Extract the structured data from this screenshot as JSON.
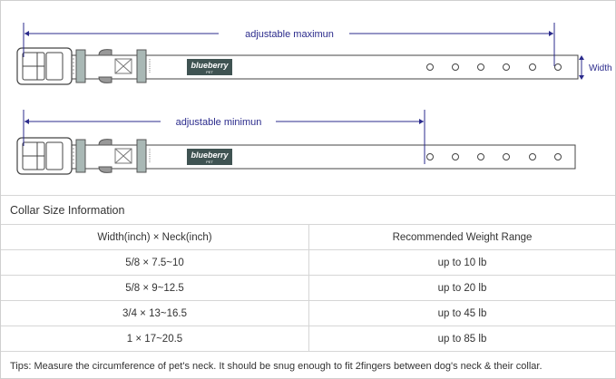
{
  "diagram": {
    "max_label": "adjustable maximun",
    "min_label": "adjustable minimun",
    "width_label": "Width",
    "logo_text": "blueberry",
    "logo_sub": "PET",
    "colors": {
      "arrow": "#2b2b8c",
      "keeper": "#a9b8b5",
      "logo_bg": "#3f5352",
      "text": "#333333"
    }
  },
  "table": {
    "title": "Collar Size Information",
    "headers": [
      "Width(inch)  ×  Neck(inch)",
      "Recommended Weight Range"
    ],
    "rows": [
      [
        "5/8 × 7.5~10",
        "up to 10 lb"
      ],
      [
        "5/8 × 9~12.5",
        "up to 20 lb"
      ],
      [
        "3/4 × 13~16.5",
        "up to 45 lb"
      ],
      [
        "1 × 17~20.5",
        "up to 85 lb"
      ]
    ],
    "tips": "Tips: Measure the circumference of pet's neck. It should be snug enough to fit 2fingers between dog's neck & their collar."
  }
}
